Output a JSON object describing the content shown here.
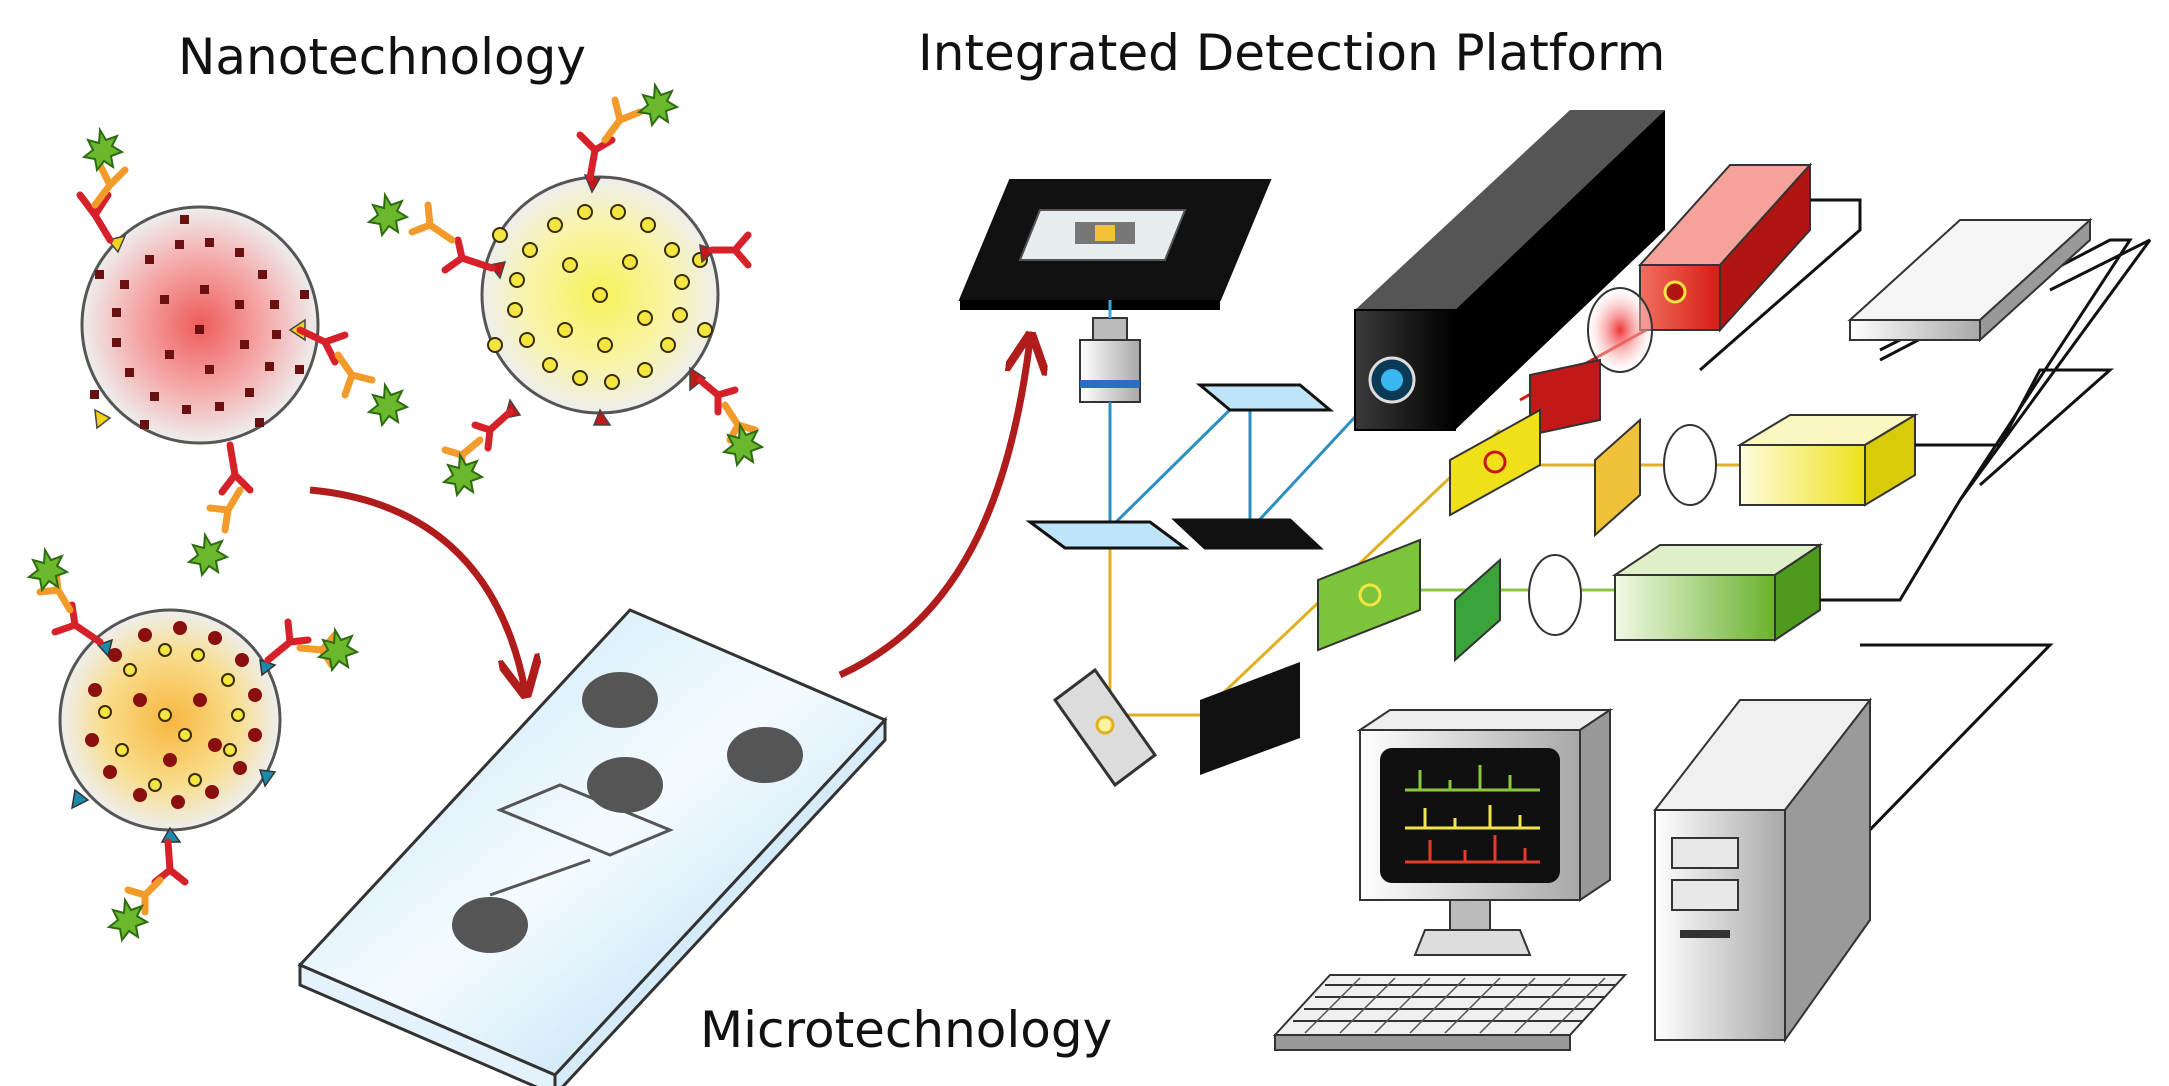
{
  "labels": {
    "nanotechnology": "Nanotechnology",
    "integrated_platform": "Integrated Detection Platform",
    "microtechnology": "Microtechnology"
  },
  "colors": {
    "arrow": "#b01c1c",
    "particle_red_core": "#f07f7f",
    "particle_yellow_core": "#f5ee6a",
    "particle_orange_core": "#f7c25a",
    "chip": "#cde8f6",
    "laser_red": "#e63a2a",
    "detector_yellow": "#f0e64a",
    "detector_green": "#8cc63f",
    "monitor_screen": "#101010"
  }
}
